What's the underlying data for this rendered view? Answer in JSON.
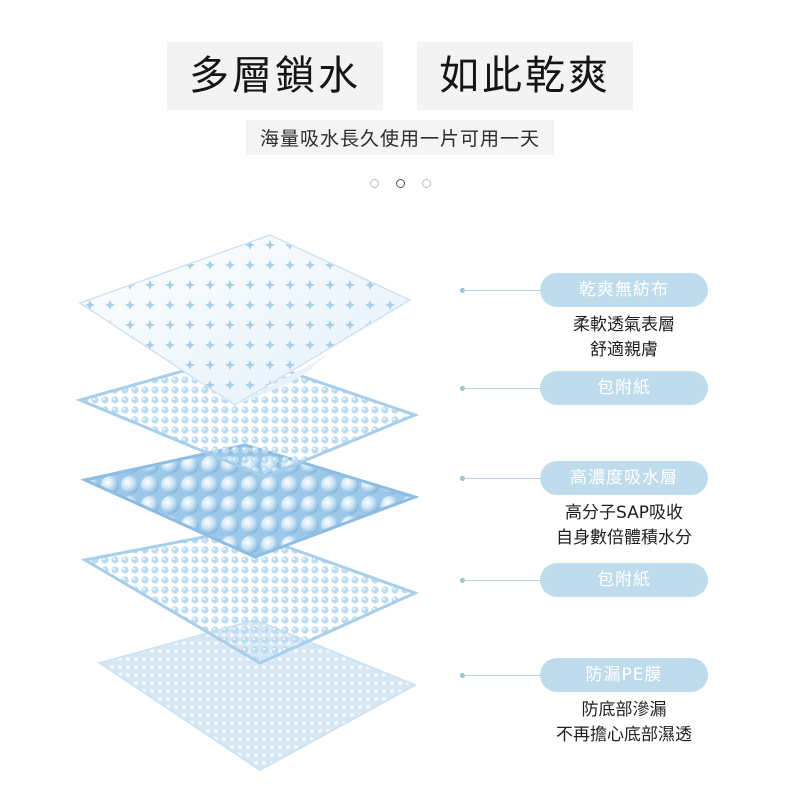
{
  "header": {
    "headline_left": "多層鎖水",
    "headline_right": "如此乾爽",
    "subtitle": "海量吸水長久使用一片可用一天"
  },
  "carousel": {
    "dot_count": 3,
    "active_index": 1
  },
  "colors": {
    "pill_background": "#bfdcec",
    "pill_text": "#ffffff",
    "layer_blue": "#a9cfe8",
    "leader_line": "#b7d1e0"
  },
  "layers": [
    {
      "title": "乾爽無紡布",
      "lines": [
        "柔軟透氣表層",
        "舒適親膚"
      ]
    },
    {
      "title": "包附紙",
      "lines": []
    },
    {
      "title": "高濃度吸水層",
      "lines": [
        "高分子SAP吸收",
        "自身數倍體積水分"
      ]
    },
    {
      "title": "包附紙",
      "lines": []
    },
    {
      "title": "防漏PE膜",
      "lines": [
        "防底部滲漏",
        "不再擔心底部濕透"
      ]
    }
  ]
}
